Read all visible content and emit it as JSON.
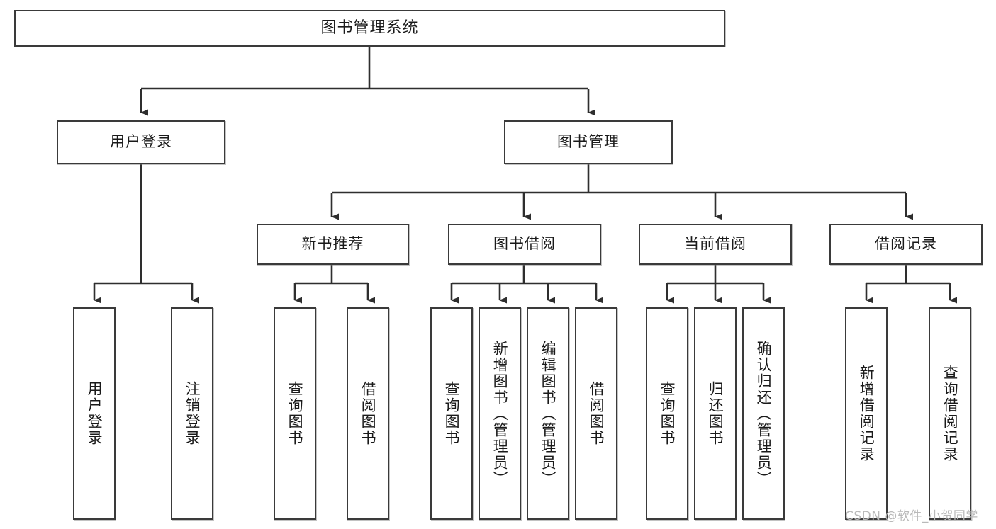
{
  "diagram": {
    "title": "图书管理系统",
    "type": "tree-hierarchy",
    "orientation": "top-down",
    "root": {
      "label": "图书管理系统",
      "id": "root"
    },
    "level2": [
      {
        "id": "user-login",
        "label": "用户登录"
      },
      {
        "id": "book-admin",
        "label": "图书管理"
      }
    ],
    "level3": [
      {
        "id": "new-book-rec",
        "label": "新书推荐",
        "parent": "book-admin"
      },
      {
        "id": "book-borrow",
        "label": "图书借阅",
        "parent": "book-admin"
      },
      {
        "id": "current-borrow",
        "label": "当前借阅",
        "parent": "book-admin"
      },
      {
        "id": "borrow-record",
        "label": "借阅记录",
        "parent": "book-admin"
      }
    ],
    "leaves": {
      "user-login": [
        {
          "id": "leaf-user-login",
          "label": "用户登录"
        },
        {
          "id": "leaf-logout",
          "label": "注销登录"
        }
      ],
      "new-book-rec": [
        {
          "id": "leaf-query-book-1",
          "label": "查询图书"
        },
        {
          "id": "leaf-borrow-book-1",
          "label": "借阅图书"
        }
      ],
      "book-borrow": [
        {
          "id": "leaf-query-book-2",
          "label": "查询图书"
        },
        {
          "id": "leaf-add-book",
          "label": "新增图书（管理员）"
        },
        {
          "id": "leaf-edit-book",
          "label": "编辑图书（管理员）"
        },
        {
          "id": "leaf-borrow-book-2",
          "label": "借阅图书"
        }
      ],
      "current-borrow": [
        {
          "id": "leaf-query-book-3",
          "label": "查询图书"
        },
        {
          "id": "leaf-return-book",
          "label": "归还图书"
        },
        {
          "id": "leaf-confirm-return",
          "label": "确认归还（管理员）"
        }
      ],
      "borrow-record": [
        {
          "id": "leaf-add-record",
          "label": "新增借阅记录"
        },
        {
          "id": "leaf-query-record",
          "label": "查询借阅记录"
        }
      ]
    }
  },
  "watermark": {
    "text": "CSDN @软件_小贺同学"
  },
  "colors": {
    "stroke": "#3a3a3a",
    "text": "#1a1a1a",
    "background": "#ffffff",
    "watermark": "#b9b9b9"
  }
}
